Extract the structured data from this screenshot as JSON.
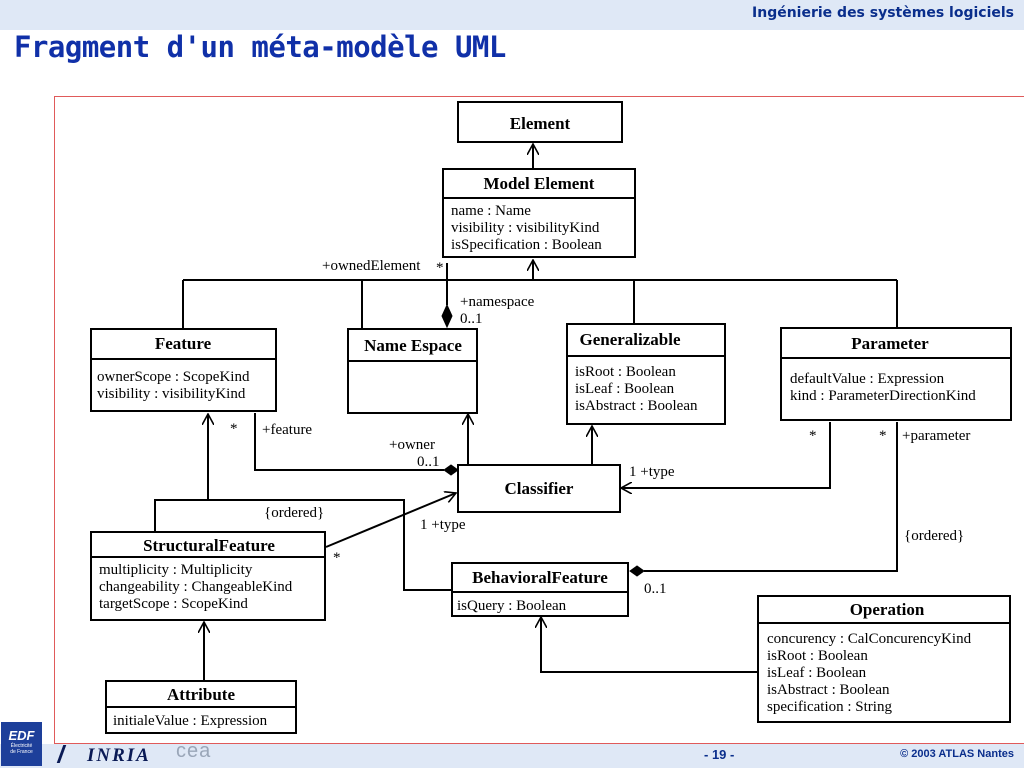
{
  "header": {
    "course": "Ingénierie des systèmes logiciels",
    "title": "Fragment d'un méta-modèle UML"
  },
  "classes": {
    "element": {
      "name": "Element",
      "attrs": []
    },
    "model_element": {
      "name": "Model Element",
      "attrs": [
        "name : Name",
        "visibility : visibilityKind",
        "isSpecification : Boolean"
      ]
    },
    "feature": {
      "name": "Feature",
      "attrs": [
        "ownerScope : ScopeKind",
        "visibility : visibilityKind"
      ]
    },
    "name_espace": {
      "name": "Name Espace",
      "attrs": []
    },
    "generalizable": {
      "name": "Generalizable",
      "attrs": [
        "isRoot : Boolean",
        "isLeaf : Boolean",
        "isAbstract : Boolean"
      ]
    },
    "parameter": {
      "name": "Parameter",
      "attrs": [
        "defaultValue : Expression",
        "kind : ParameterDirectionKind"
      ]
    },
    "classifier": {
      "name": "Classifier",
      "attrs": []
    },
    "structural_feature": {
      "name": "StructuralFeature",
      "attrs": [
        "multiplicity : Multiplicity",
        "changeability : ChangeableKind",
        "targetScope : ScopeKind"
      ]
    },
    "behavioral_feature": {
      "name": "BehavioralFeature",
      "attrs": [
        "isQuery : Boolean"
      ]
    },
    "operation": {
      "name": "Operation",
      "attrs": [
        "concurency : CalConcurencyKind",
        "isRoot : Boolean",
        "isLeaf : Boolean",
        "isAbstract : Boolean",
        "specification : String"
      ]
    },
    "attribute": {
      "name": "Attribute",
      "attrs": [
        "initialeValue : Expression"
      ]
    }
  },
  "labels": {
    "owned_element": "+ownedElement",
    "star_owned": "*",
    "namespace": "+namespace",
    "namespace_mult": "0..1",
    "star_feature": "*",
    "feature_role": "+feature",
    "owner": "+owner",
    "owner_mult": "0..1",
    "type_param": "1 +type",
    "star_param1": "*",
    "star_param2": "*",
    "parameter_role": "+parameter",
    "ordered_feature": "{ordered}",
    "type_struct": "1 +type",
    "star_struct": "*",
    "ordered_param": "{ordered}",
    "bf_mult": "0..1"
  },
  "footer": {
    "page": "- 19 -",
    "copyright": "© 2003 ATLAS Nantes",
    "edf": "EDF",
    "edf_sub1": "Électricité",
    "edf_sub2": "de France",
    "inria": "INRIA",
    "cea": "cea"
  }
}
